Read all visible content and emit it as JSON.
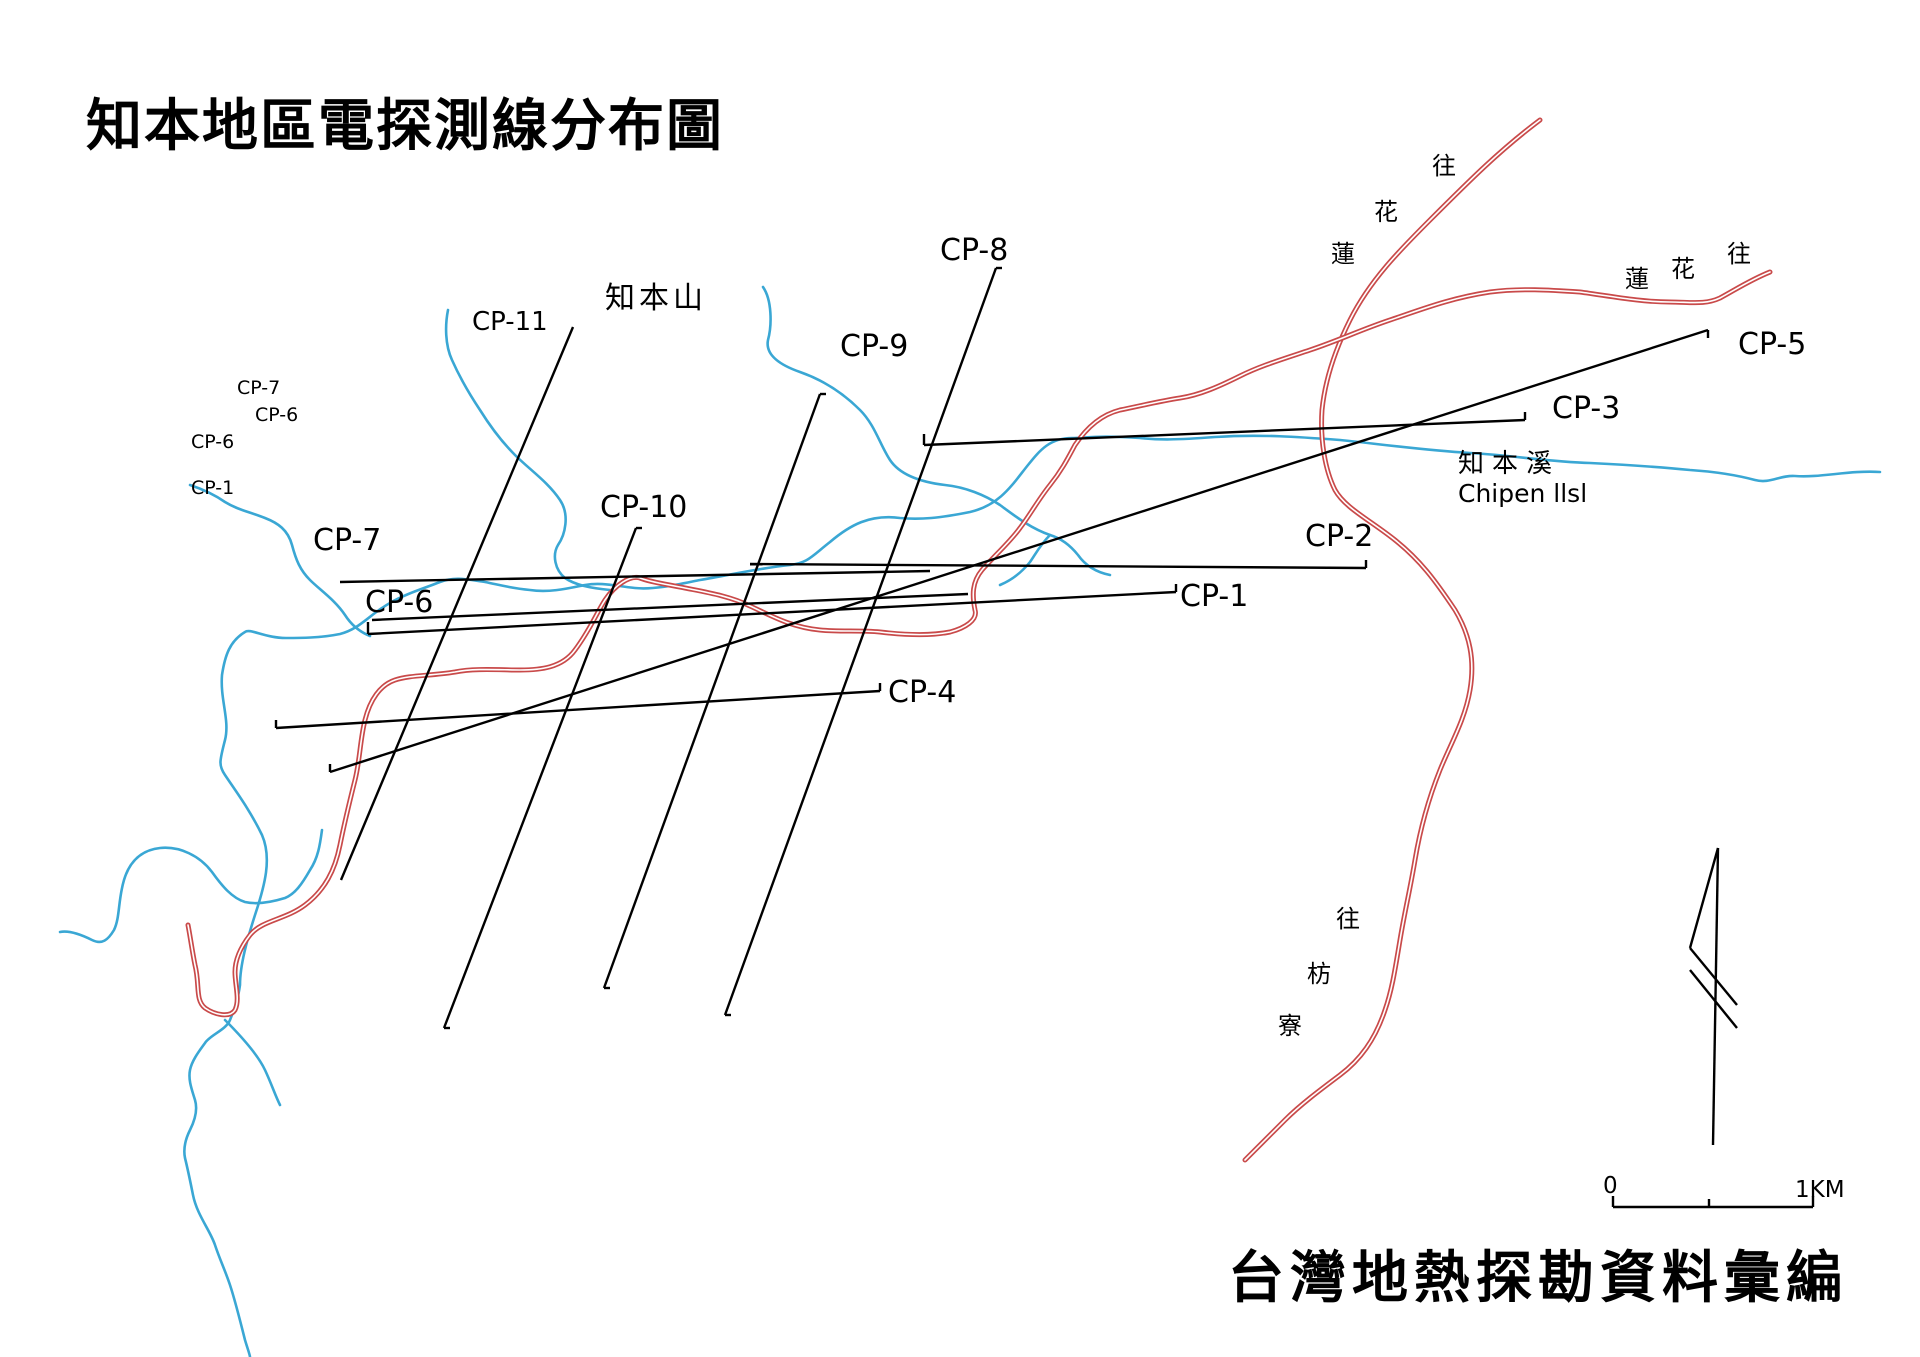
{
  "title": "知本地區電探測線分布圖",
  "footer": "台灣地熱探勘資料彙編",
  "mountain": "知本山",
  "river_name_zh": "知本溪",
  "river_name_en": "Chipen llsl",
  "directions": {
    "to_hualien_north": [
      "往",
      "花",
      "蓮"
    ],
    "to_hualien_east": [
      "往",
      "花",
      "蓮"
    ],
    "to_fangliao": [
      "往",
      "枋",
      "寮"
    ]
  },
  "survey_lines": {
    "cp1": "CP-1",
    "cp2": "CP-2",
    "cp3": "CP-3",
    "cp4": "CP-4",
    "cp5": "CP-5",
    "cp6": "CP-6",
    "cp7": "CP-7",
    "cp8": "CP-8",
    "cp9": "CP-9",
    "cp10": "CP-10",
    "cp11": "CP-11"
  },
  "legend_small": {
    "a": "CP-7",
    "b": "CP-6",
    "c": "CP-6",
    "d": "CP-1"
  },
  "scale": {
    "start": "0",
    "end": "1KM"
  },
  "colors": {
    "river": "#3aa7d4",
    "road": "#c94a4a",
    "survey_line": "#000000"
  }
}
